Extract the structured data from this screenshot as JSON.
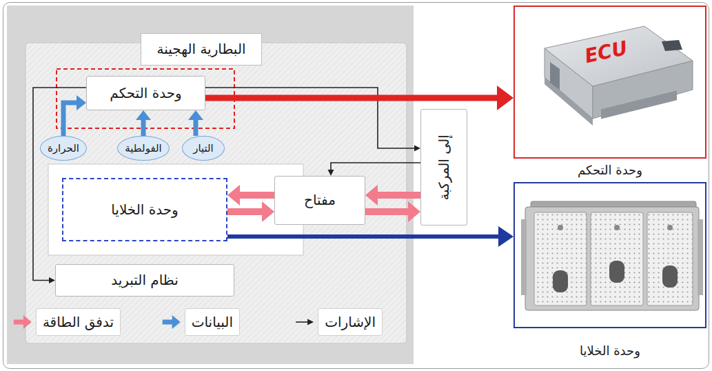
{
  "diagram": {
    "nodes": [
      {
        "text": [
          "البطارية الهجينة"
        ]
      },
      {
        "text": [
          "وحدة التحكم"
        ],
        "in": 0
      },
      {
        "text": [
          "الحرارة"
        ],
        "in": 0
      },
      {
        "text": [
          "الفولطية"
        ],
        "in": 0
      },
      {
        "text": [
          "التيار"
        ],
        "in": 0
      },
      {
        "text": [
          "وحدة الخلايا"
        ],
        "in": 0
      },
      {
        "text": [
          "مفتاح"
        ],
        "in": 0
      },
      {
        "text": [
          "إلى المركبة"
        ],
        "in": 0
      },
      {
        "text": [
          "نظام التبريد"
        ],
        "in": 0
      },
      {
        "text": [
          "وحدة التحكم"
        ]
      },
      {
        "text": [
          "وحدة الخلايا"
        ]
      }
    ],
    "edges": [
      {
        "from": 2,
        "to": 1,
        "arrow": "to"
      },
      {
        "from": 3,
        "to": 1,
        "arrow": "to"
      },
      {
        "from": 4,
        "to": 1,
        "arrow": "to"
      },
      {
        "from": 1,
        "to": 7,
        "arrow": "to"
      },
      {
        "from": 1,
        "to": 8,
        "arrow": "to"
      },
      {
        "from": 7,
        "to": 6,
        "arrow": "to"
      },
      {
        "from": 6,
        "to": 5,
        "arrow": "to"
      },
      {
        "from": 5,
        "to": 6,
        "arrow": "to"
      },
      {
        "from": 7,
        "to": 6,
        "arrow": "to"
      },
      {
        "from": 6,
        "to": 7,
        "arrow": "to"
      },
      {
        "from": 1,
        "to": 9,
        "arrow": "to"
      },
      {
        "from": 5,
        "to": 10,
        "arrow": "to"
      }
    ],
    "labels": [
      "ECU"
    ],
    "legend": [
      {
        "text": "الإشارات"
      },
      {
        "text": "البيانات"
      },
      {
        "text": "تدفق الطاقة"
      }
    ]
  }
}
